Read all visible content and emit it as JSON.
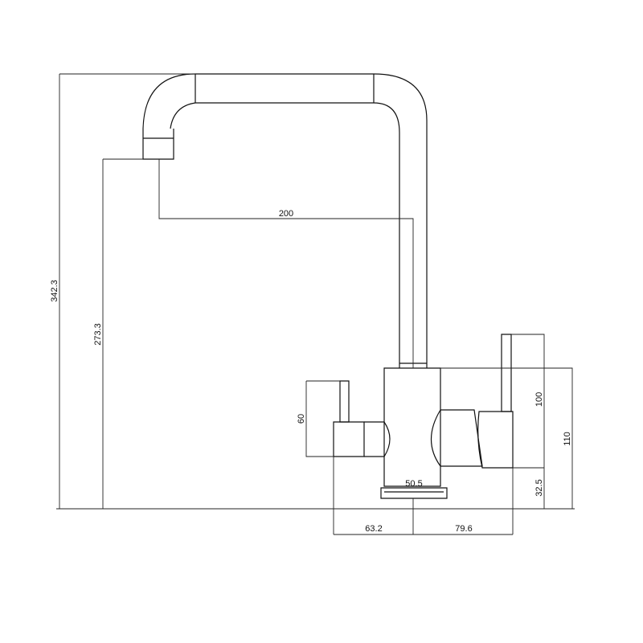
{
  "dimensions": {
    "total_height": "342.3",
    "spout_height": "273.3",
    "spout_reach": "200",
    "handle_height": "60",
    "lever_height": "100",
    "body_height": "110",
    "base_height": "32.5",
    "base_width": "50.5",
    "left_offset": "63.2",
    "right_offset": "79.6"
  }
}
